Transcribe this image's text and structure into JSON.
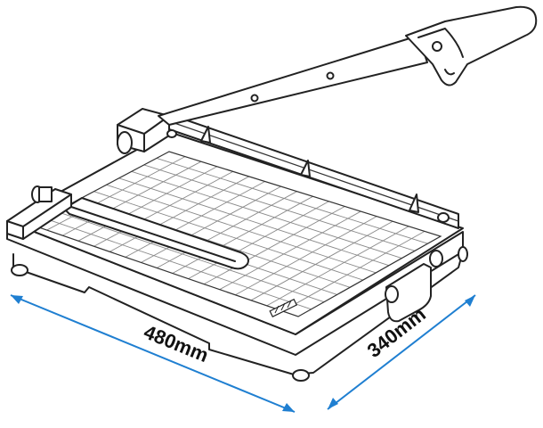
{
  "colors": {
    "outline": "#222222",
    "grid": "#8a8a8a",
    "dimension_line": "#1f7fd1",
    "text": "#111111",
    "background": "#ffffff"
  },
  "dimensions": {
    "width_label": "480mm",
    "depth_label": "340mm"
  },
  "grid": {
    "columns": 17,
    "rows": 11
  }
}
